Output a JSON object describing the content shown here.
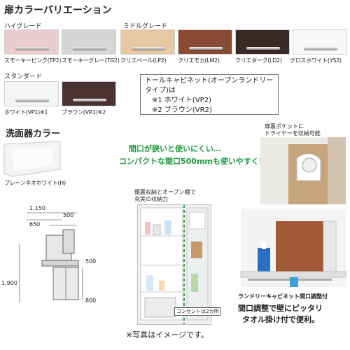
{
  "header": {
    "title": "扉カラーバリエーション"
  },
  "grades": {
    "high": "ハイグレード",
    "middle": "ミドルグレード",
    "standard": "スタンダード"
  },
  "swatches": [
    {
      "label": "スモーキーピンク(TP2)",
      "color": "#e9cdd0"
    },
    {
      "label": "スモーキーグレー(TG2)",
      "color": "#d8d6d4"
    },
    {
      "label": "クリエペール(LP2)",
      "color": "#e6c9a2"
    },
    {
      "label": "クリエモカ(LM2)",
      "color": "#8a4a34"
    },
    {
      "label": "クリエダーク(LD2)",
      "color": "#3a2a26"
    },
    {
      "label": "グロスホワイト(YS2)",
      "color": "#f7f7f7"
    },
    {
      "label": "ホワイト(VP1)※1",
      "color": "#f5f5f5"
    },
    {
      "label": "ブラウン(VR1)※2",
      "color": "#4a3230"
    }
  ],
  "note": {
    "line1": "トールキャビネット(オープンランドリータイプ)は",
    "line2": "※1 ホワイト(VP2)",
    "line3": "※2 ブラウン(VR2)"
  },
  "basin": {
    "title": "洗面器カラー",
    "label": "プレーンネオホワイト(H)"
  },
  "catch": {
    "line1": "間口が狭いと使いにくい…",
    "line2": "コンパクトな間口500mmも使いやすく!"
  },
  "dims": {
    "w1150": "1,150",
    "w650": "650",
    "w500a": "500",
    "h1900": "1,900",
    "d500": "500",
    "h800": "800"
  },
  "cabinet_caption": {
    "line1": "鏡裏収納とオープン棚で",
    "line2": "充実の収納力"
  },
  "outlet_label": "コンセントは2カ所",
  "pocket_caption": {
    "line1": "扉裏ポケットに",
    "line2": "ドライヤーを収納可能"
  },
  "laundry": {
    "title": "ランドリーキャビネット間口調整付",
    "line1": "間口調整で壁にピッタリ",
    "line2": "タオル掛け付で便利。"
  },
  "footnote": "※写真はイメージです。"
}
